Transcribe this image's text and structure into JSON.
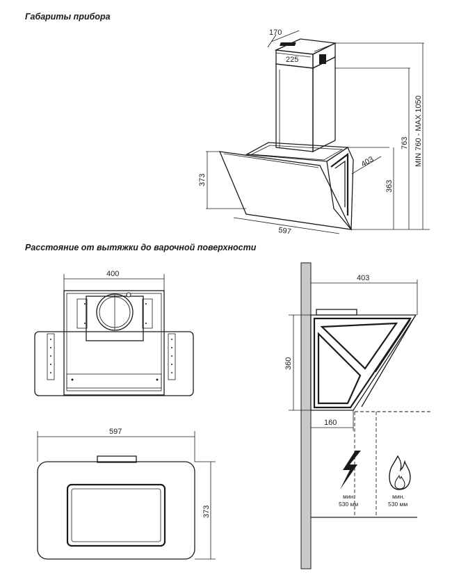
{
  "headings": {
    "dimensions": "Габариты прибора",
    "distance": "Расстояние от вытяжки до варочной поверхности"
  },
  "iso_view": {
    "width_top": "170",
    "depth_top": "225",
    "projection": "403",
    "height_total": "763",
    "height_range": "MIN 760 - MAX 1050",
    "height_body": "363",
    "height_front": "373",
    "width": "597"
  },
  "top_view": {
    "width": "400"
  },
  "front_view": {
    "width": "597",
    "height": "373"
  },
  "side_view": {
    "depth": "403",
    "height": "360",
    "offset": "160",
    "electric": {
      "label": "мин.",
      "value": "530 мм",
      "icon": "lightning-icon"
    },
    "gas": {
      "label": "мин.",
      "value": "530 мм",
      "icon": "flame-icon"
    }
  },
  "colors": {
    "line": "#1a1a1a",
    "wall": "#c9c9c9",
    "frame_fill": "#f2f2f2"
  }
}
